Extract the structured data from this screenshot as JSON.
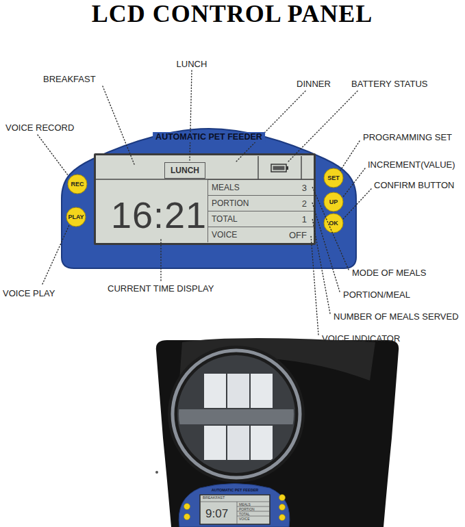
{
  "diagram": {
    "title": "LCD CONTROL PANEL",
    "nodes": [
      {
        "text": [
          "AUTOMATIC PET FEEDER"
        ]
      },
      {
        "text": [
          "16:21"
        ],
        "in": 0
      },
      {
        "text": [
          "LUNCH"
        ],
        "in": 1
      },
      {
        "text": [
          "MEALS",
          "3"
        ],
        "in": 1
      },
      {
        "text": [
          "PORTION",
          "2"
        ],
        "in": 1
      },
      {
        "text": [
          "TOTAL",
          "1"
        ],
        "in": 1
      },
      {
        "text": [
          "VOICE",
          "OFF"
        ],
        "in": 1
      },
      {
        "text": [
          "REC"
        ],
        "in": 0
      },
      {
        "text": [
          "PLAY"
        ],
        "in": 0
      },
      {
        "text": [
          "SET"
        ],
        "in": 0
      },
      {
        "text": [
          "UP"
        ],
        "in": 0
      },
      {
        "text": [
          "OK"
        ],
        "in": 0
      }
    ],
    "labels": [
      "LUNCH",
      "BREAKFAST",
      "DINNER",
      "BATTERY STATUS",
      "VOICE RECORD",
      "PROGRAMMING SET",
      "INCREMENT(VALUE)",
      "CONFIRM BUTTON",
      "MODE OF MEALS",
      "CURRENT TIME DISPLAY",
      "PORTION/MEAL",
      "VOICE PLAY",
      "NUMBER OF MEALS SERVED",
      "VOICE INDICATOR",
      "AUTOMATIC PET FEEDER",
      "BREAKFAST",
      "9:07",
      "MEALS",
      "PORTION",
      "TOTAL",
      "VOICE"
    ]
  }
}
